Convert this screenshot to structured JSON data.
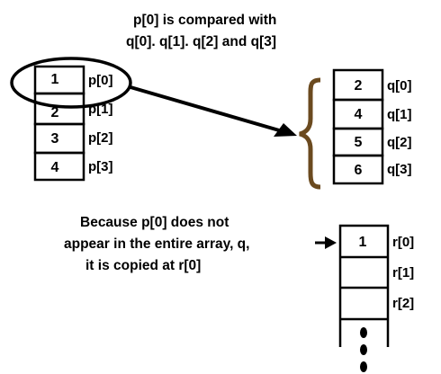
{
  "top_caption": {
    "line1": "p[0] is compared with",
    "line2": "q[0]. q[1]. q[2] and q[3]"
  },
  "array_p": {
    "cells": [
      {
        "value": "1",
        "label": "p[0]"
      },
      {
        "value": "2",
        "label": "p[1]"
      },
      {
        "value": "3",
        "label": "p[2]"
      },
      {
        "value": "4",
        "label": "p[3]"
      }
    ]
  },
  "array_q": {
    "cells": [
      {
        "value": "2",
        "label": "q[0]"
      },
      {
        "value": "4",
        "label": "q[1]"
      },
      {
        "value": "5",
        "label": "q[2]"
      },
      {
        "value": "6",
        "label": "q[3]"
      }
    ]
  },
  "bottom_caption": {
    "line1": "Because p[0] does not",
    "line2": "appear in the entire array, q,",
    "line3": "it is copied at r[0]"
  },
  "array_r": {
    "cells": [
      {
        "value": "1",
        "label": "r[0]"
      },
      {
        "value": "",
        "label": "r[1]"
      },
      {
        "value": "",
        "label": "r[2]"
      }
    ]
  },
  "colors": {
    "ink": "#000000",
    "brace": "#6b4a1f",
    "background": "#ffffff"
  }
}
